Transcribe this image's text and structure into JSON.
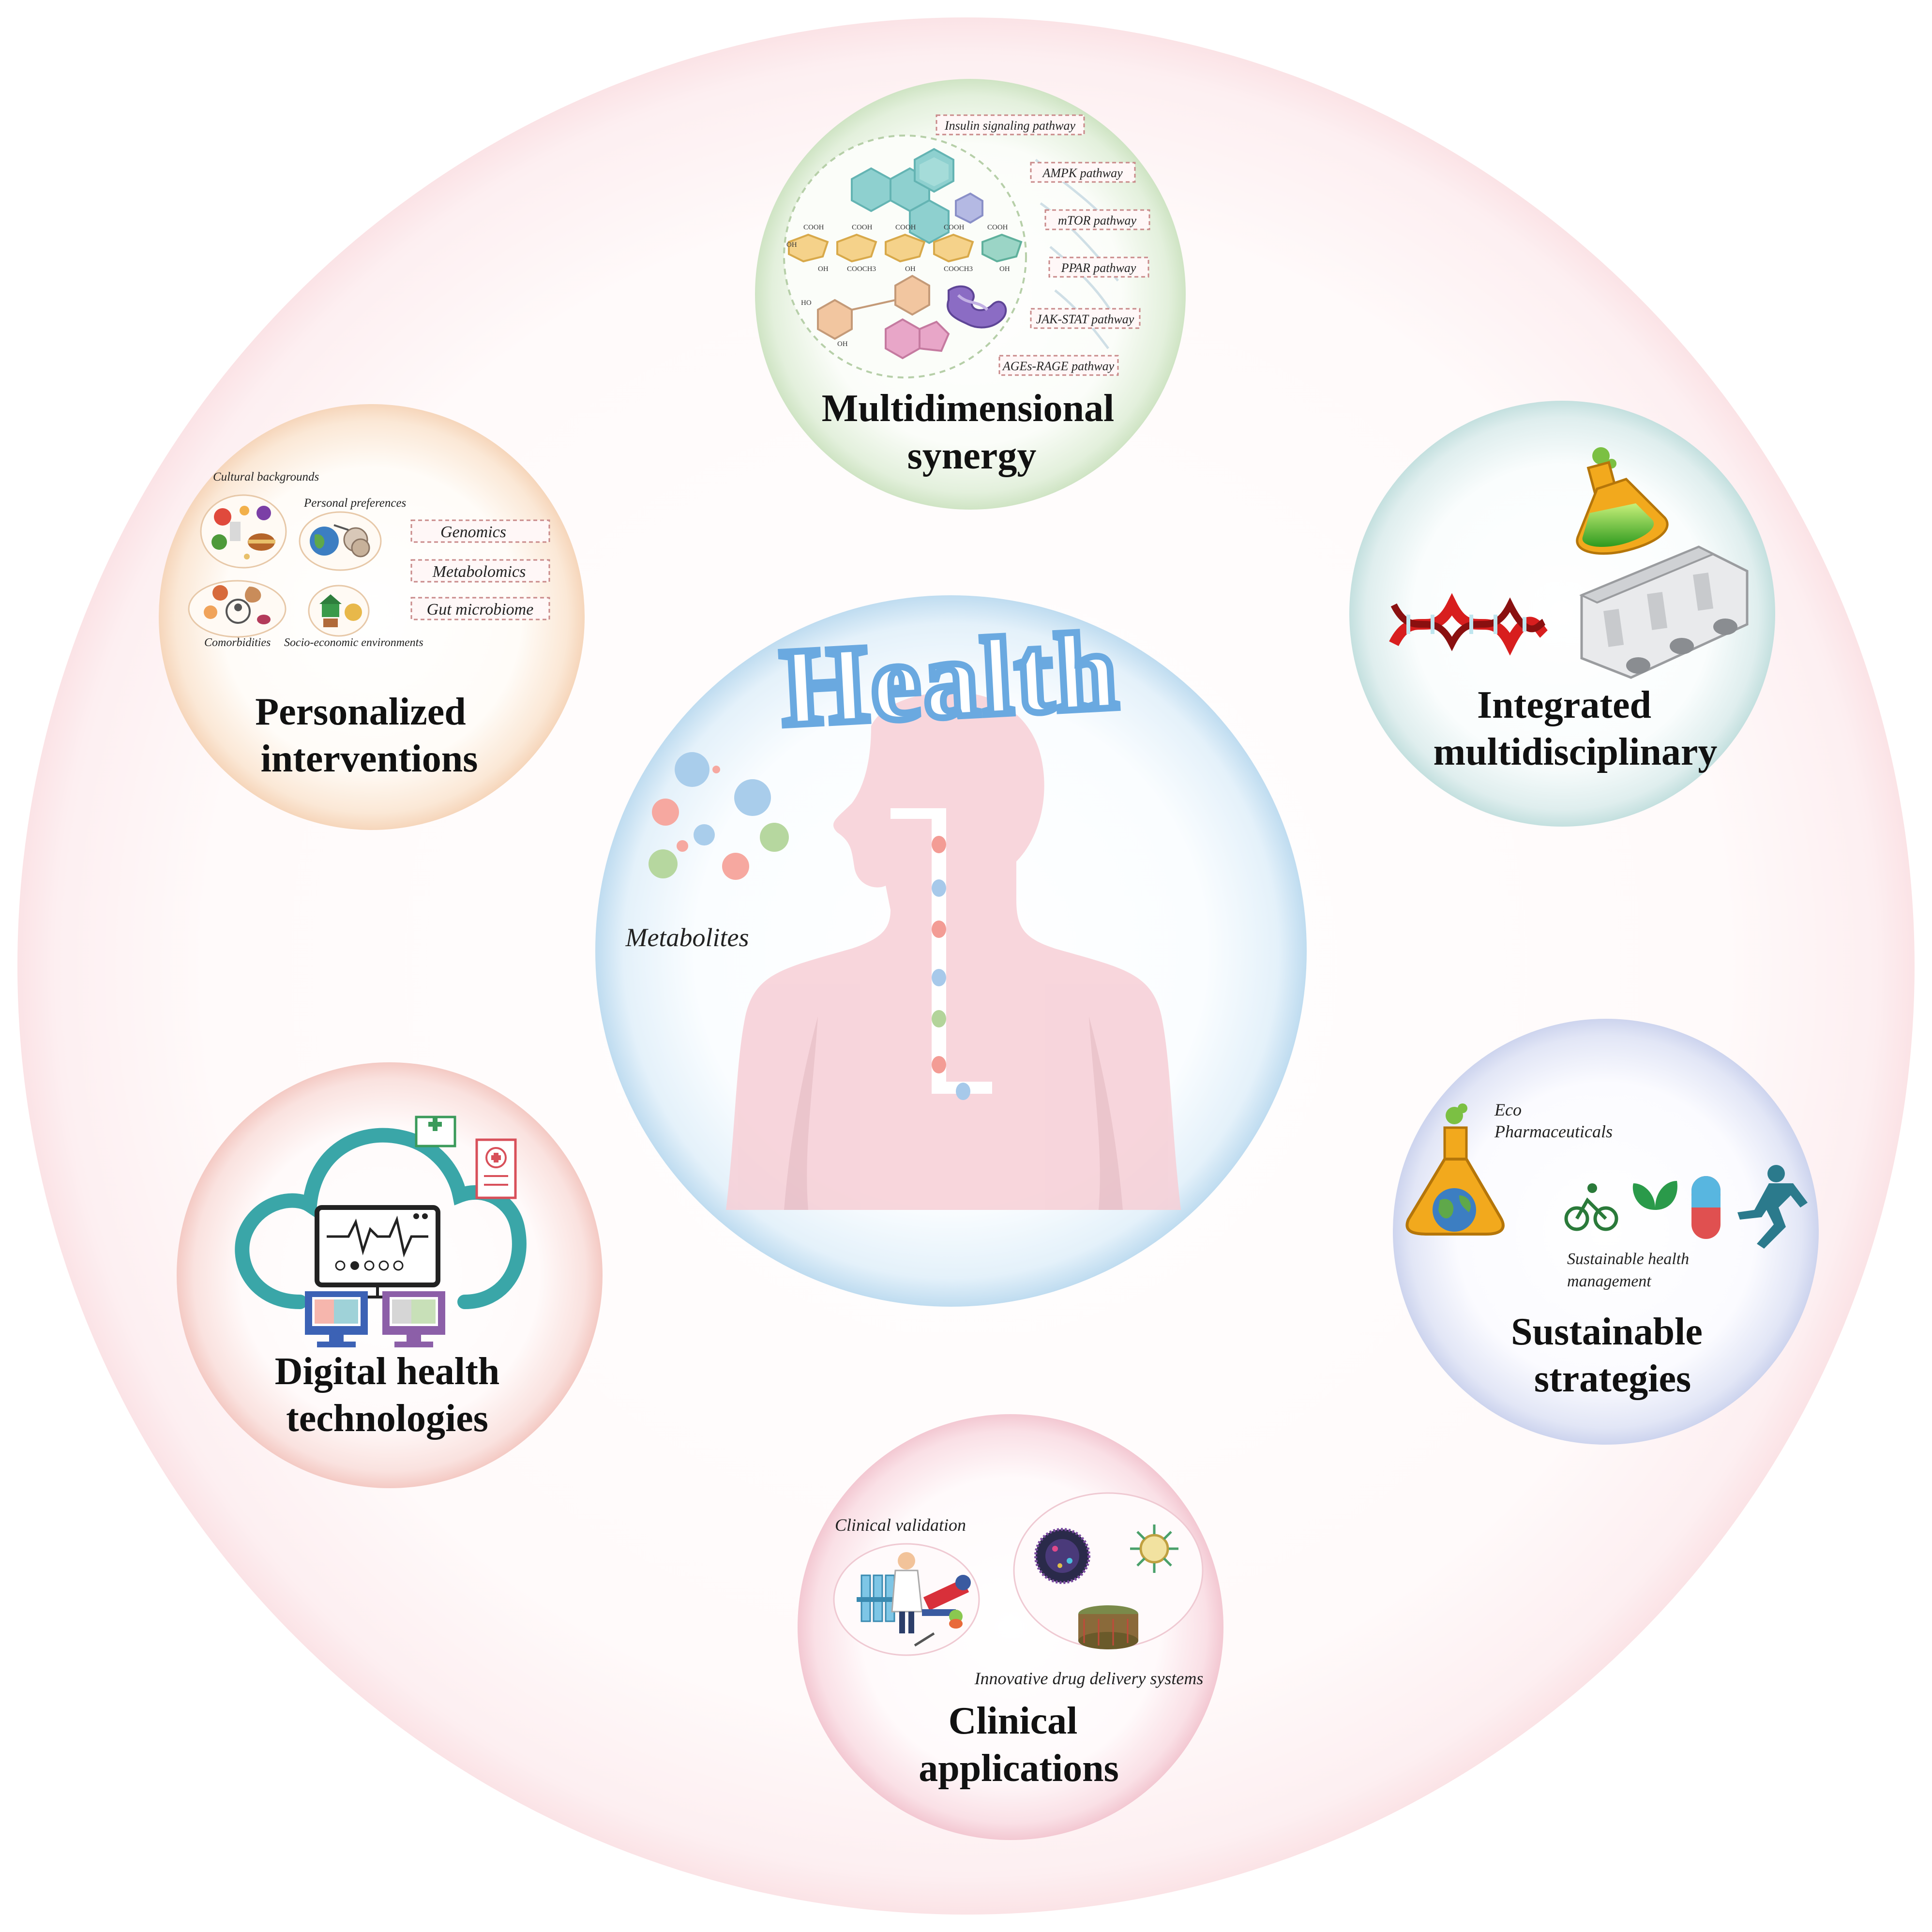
{
  "center": {
    "title": "Health",
    "metabolites_label": "Metabolites"
  },
  "modules": {
    "multidimensional": {
      "title_line1": "Multidimensional",
      "title_line2": "synergy",
      "pathways": [
        "Insulin signaling pathway",
        "AMPK pathway",
        "mTOR pathway",
        "PPAR pathway",
        "JAK-STAT pathway",
        "AGEs-RAGE pathway"
      ],
      "chem_labels": [
        "COOH",
        "COOH",
        "COOCH3",
        "COOH",
        "COOH",
        "COOCH3",
        "COOH",
        "OH",
        "OH",
        "OH",
        "OH",
        "OH",
        "HO"
      ]
    },
    "personalized": {
      "title_line1": "Personalized",
      "title_line2": "interventions",
      "labels": {
        "cultural": "Cultural backgrounds",
        "preferences": "Personal preferences",
        "comorbidities": "Comorbidities",
        "socio": "Socio-economic environments"
      },
      "boxes": [
        "Genomics",
        "Metabolomics",
        "Gut microbiome"
      ]
    },
    "integrated": {
      "title_line1": "Integrated",
      "title_line2": "multidisciplinary"
    },
    "digital": {
      "title_line1": "Digital health",
      "title_line2": "technologies"
    },
    "sustainable": {
      "title_line1": "Sustainable",
      "title_line2": "strategies",
      "eco_line1": "Eco",
      "eco_line2": "Pharmaceuticals",
      "mgmt_line1": "Sustainable health",
      "mgmt_line2": "management"
    },
    "clinical": {
      "title_line1": "Clinical",
      "title_line2": "applications",
      "validation": "Clinical validation",
      "delivery": "Innovative drug delivery systems"
    }
  },
  "colors": {
    "outer_ring": "#fbe3e6",
    "center_glow": "#cfe6f5",
    "body": "#f7cfd6",
    "health_text": "#6aa9e0",
    "multi_glow": "#d8ecd0",
    "personal_glow": "#fbe2cc",
    "integrated_glow": "#cfe7e6",
    "digital_glow": "#f8d4d0",
    "sustain_glow": "#d6dcf2",
    "clinical_glow": "#f8d4dc",
    "teal": "#3aa6a8",
    "pink": "#f0a3ad",
    "blue": "#8fbde3",
    "green": "#a7cf8f"
  }
}
